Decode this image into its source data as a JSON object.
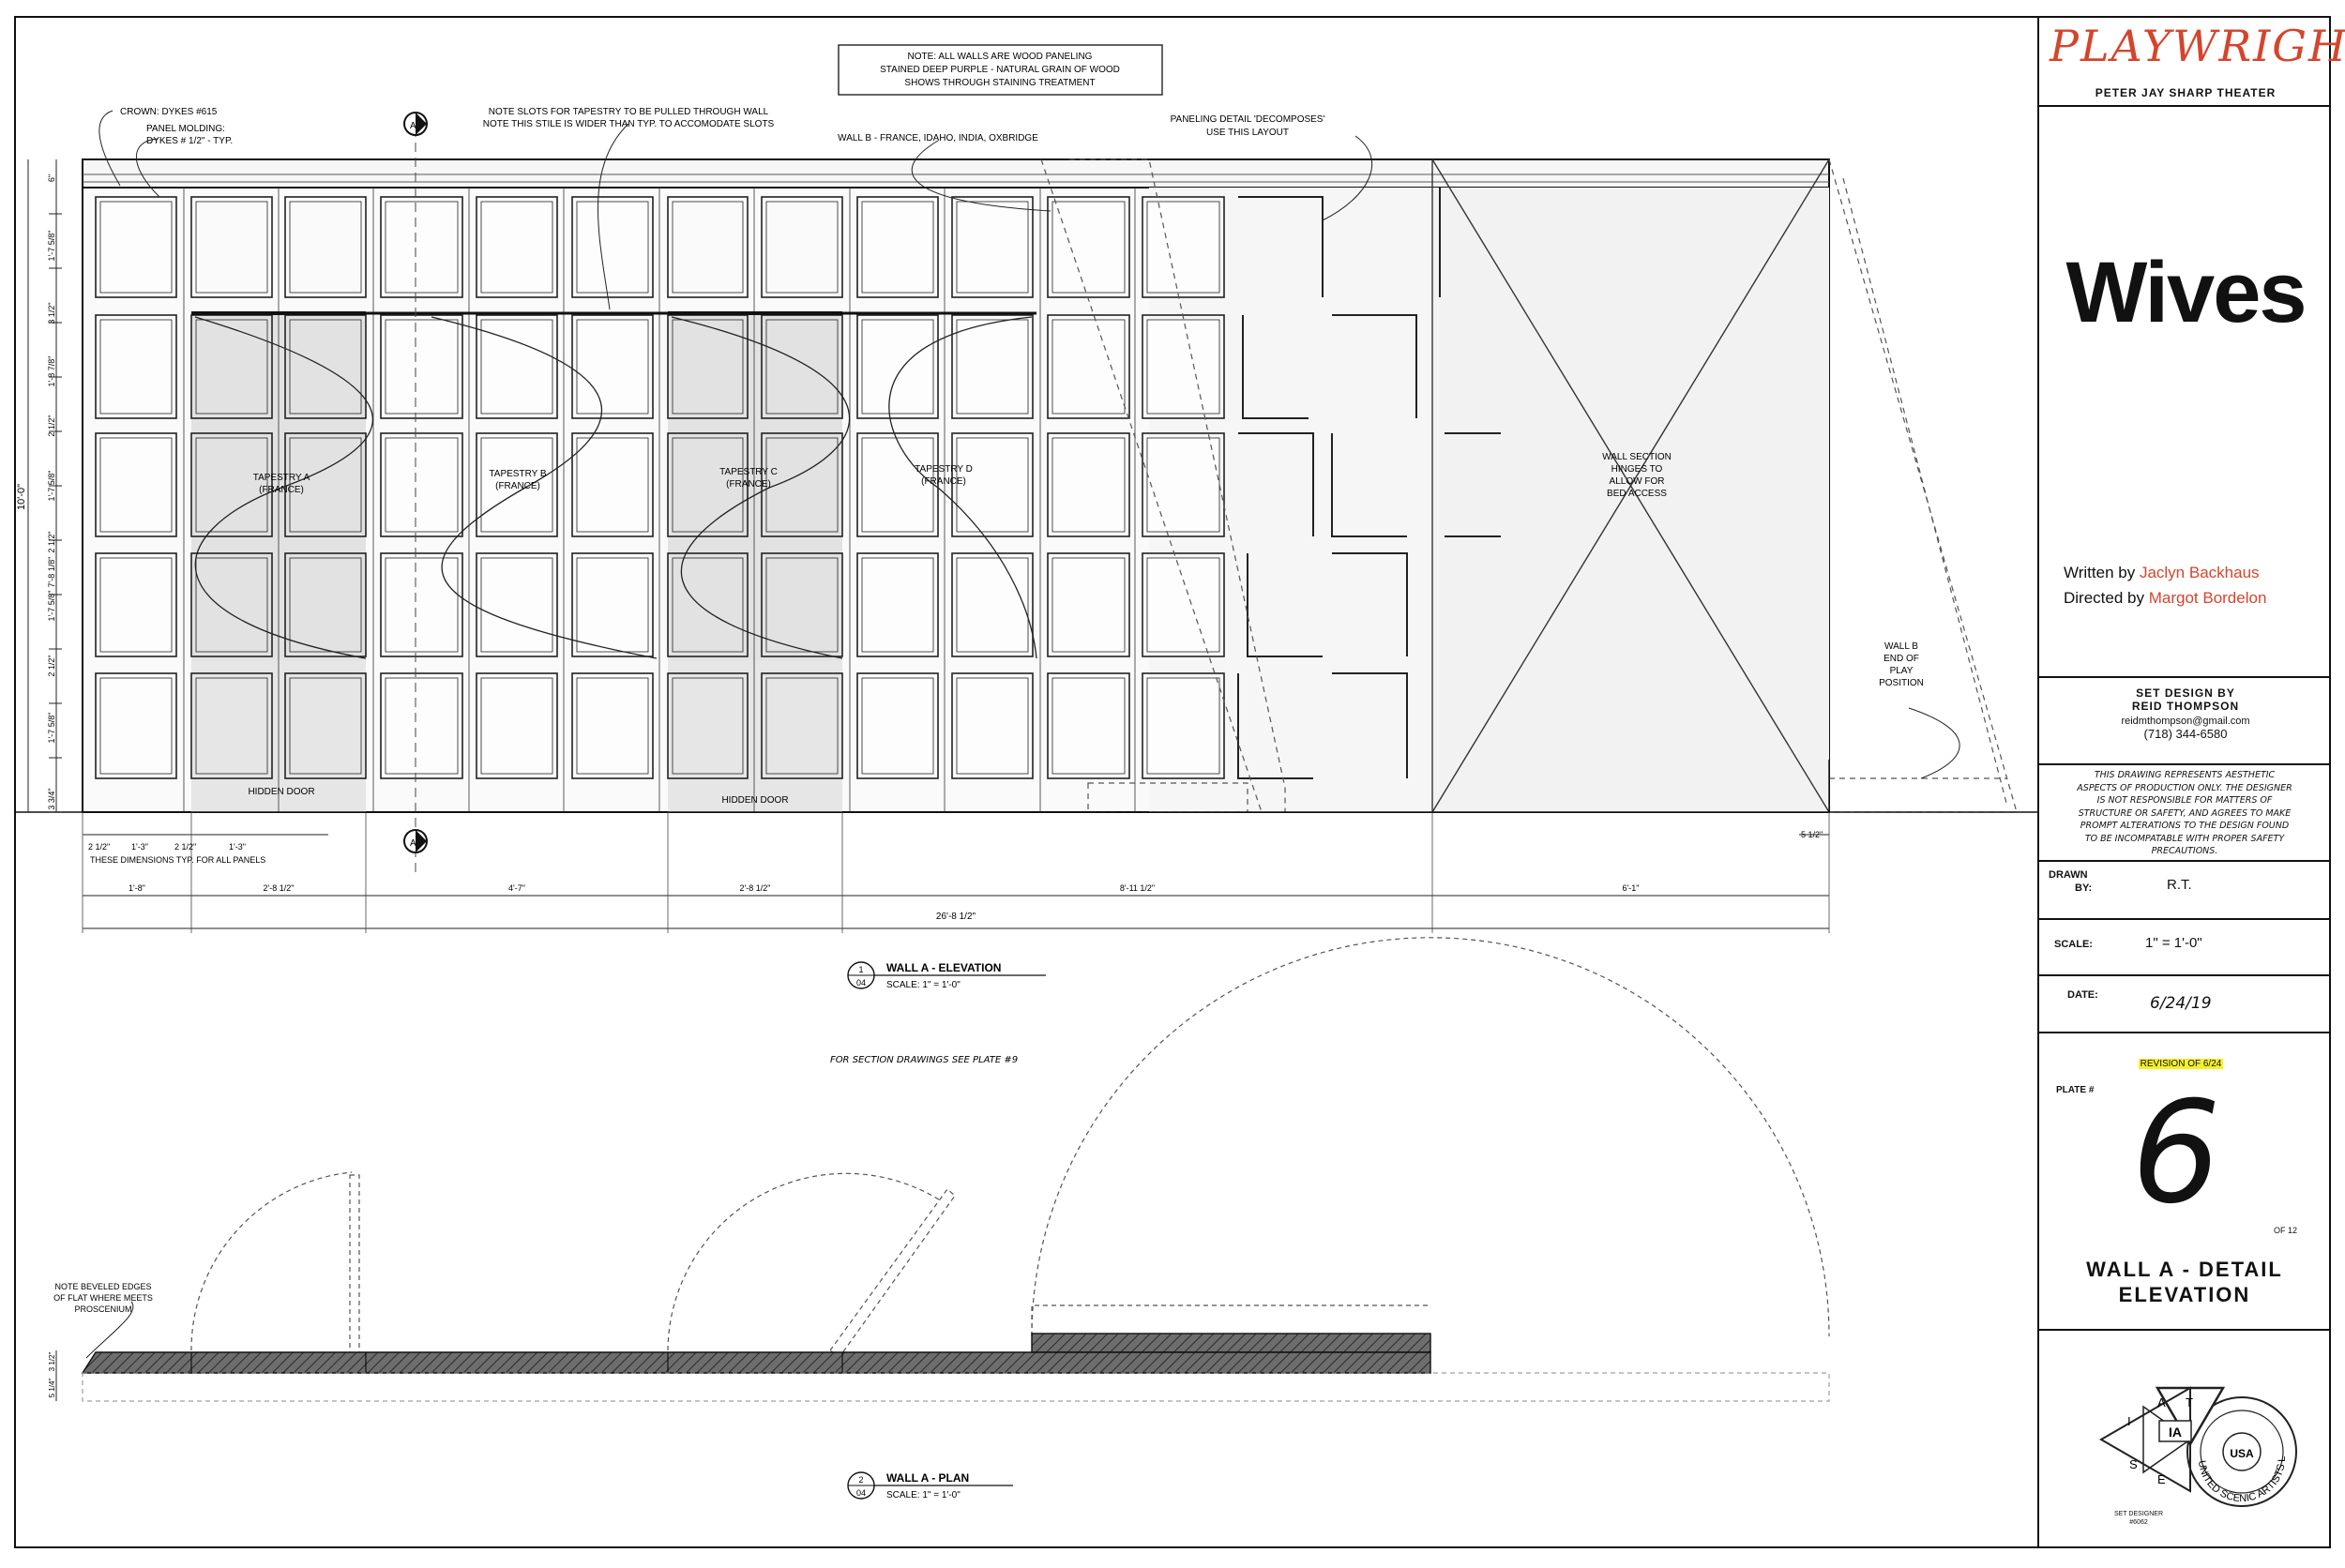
{
  "titleblock": {
    "company": "PLAYWRIGHTS",
    "theater": "PETER JAY SHARP THEATER",
    "show": "Wives",
    "written_prefix": "Written by",
    "writer": "Jaclyn Backhaus",
    "directed_prefix": "Directed by",
    "director": "Margot Bordelon",
    "design_heading_1": "SET DESIGN BY",
    "design_heading_2": "REID THOMPSON",
    "email": "reidmthompson@gmail.com",
    "phone": "(718) 344-6580",
    "disclaimer": [
      "THIS DRAWING REPRESENTS AESTHETIC",
      "ASPECTS OF PRODUCTION ONLY. THE DESIGNER",
      "IS NOT RESPONSIBLE FOR MATTERS OF",
      "STRUCTURE OR SAFETY, AND AGREES TO MAKE",
      "PROMPT ALTERATIONS TO THE DESIGN FOUND",
      "TO BE INCOMPATABLE WITH PROPER SAFETY",
      "PRECAUTIONS."
    ],
    "drawn_label_1": "DRAWN",
    "drawn_label_2": "BY:",
    "drawn_value": "R.T.",
    "scale_label": "SCALE:",
    "scale_value": "1\" = 1'-0\"",
    "date_label": "DATE:",
    "date_value": "6/24/19",
    "revision": "REVISION OF 6/24",
    "plate_label": "PLATE #",
    "plate_number": "6",
    "plate_of": "OF 12",
    "plate_title_1": "WALL A  - DETAIL",
    "plate_title_2": "ELEVATION",
    "union_caption_1": "SET DESIGNER",
    "union_caption_2": "#6062",
    "seal_text": "UNITED SCENIC ARTISTS  LOCAL USA 829",
    "seal_letters": [
      "I",
      "A",
      "T",
      "S",
      "E"
    ],
    "seal_center": "IA",
    "seal_center_2": "USA"
  },
  "drawing": {
    "note_box": [
      "NOTE: ALL WALLS ARE WOOD PANELING",
      "STAINED DEEP PURPLE - NATURAL GRAIN OF WOOD",
      "SHOWS THROUGH STAINING TREATMENT"
    ],
    "crown_note": "CROWN: DYKES #615",
    "panel_note_1": "PANEL MOLDING:",
    "panel_note_2": "DYKES # 1/2\" - TYP.",
    "slots_note_1": "NOTE SLOTS FOR TAPESTRY TO BE PULLED THROUGH WALL",
    "slots_note_2": "NOTE THIS STILE IS WIDER THAN TYP. TO ACCOMODATE SLOTS",
    "wall_b_note": "WALL B - FRANCE, IDAHO, INDIA, OXBRIDGE",
    "paneling_note_1": "PANELING DETAIL 'DECOMPOSES'",
    "paneling_note_2": "USE THIS LAYOUT",
    "section_marker": "A",
    "tapestries": [
      {
        "name": "TAPESTRY A",
        "sub": "(FRANCE)"
      },
      {
        "name": "TAPESTRY B",
        "sub": "(FRANCE)"
      },
      {
        "name": "TAPESTRY C",
        "sub": "(FRANCE)"
      },
      {
        "name": "TAPESTRY D",
        "sub": "(FRANCE)"
      }
    ],
    "hidden_door": "HIDDEN DOOR",
    "hinge_note": [
      "WALL SECTION",
      "HINGES TO",
      "ALLOW FOR",
      "BED ACCESS"
    ],
    "wall_b_end": [
      "WALL B",
      "END OF",
      "PLAY",
      "POSITION"
    ],
    "overall_height": "10'-0\"",
    "left_dims": [
      "6\"",
      "1'-7 5/8\"",
      "3 1/2\"",
      "1'-8 7/8\"",
      "2 1/2\"",
      "1'-7 5/8\"",
      "2 1/2\"",
      "7'-8 1/8\"",
      "1'-7 5/8\"",
      "2 1/2\"",
      "1'-7 5/8\"",
      "3 3/4\""
    ],
    "typ_dims": [
      "2 1/2\"",
      "1'-3\"",
      "2 1/2\"",
      "1'-3\""
    ],
    "typ_note": "THESE DIMENSIONS TYP. FOR ALL PANELS",
    "right_dim": "5 1/2\"",
    "bottom_dims": [
      "1'-8\"",
      "2'-8 1/2\"",
      "4'-7\"",
      "2'-8 1/2\"",
      "8'-11 1/2\"",
      "6'-1\""
    ],
    "overall_width": "26'-8 1/2\"",
    "elev_num": "1",
    "elev_plate": "04",
    "elev_title": "WALL A - ELEVATION",
    "elev_scale": "SCALE: 1\" = 1'-0\"",
    "section_ref": "FOR SECTION DRAWINGS SEE PLATE #9",
    "bevel_note": [
      "NOTE BEVELED EDGES",
      "OF FLAT WHERE MEETS",
      "PROSCENIUM"
    ],
    "plan_dims": [
      "3 1/2\"",
      "5 1/4\""
    ],
    "plan_num": "2",
    "plan_plate": "04",
    "plan_title": "WALL A - PLAN",
    "plan_scale": "SCALE: 1\" = 1'-0\""
  }
}
